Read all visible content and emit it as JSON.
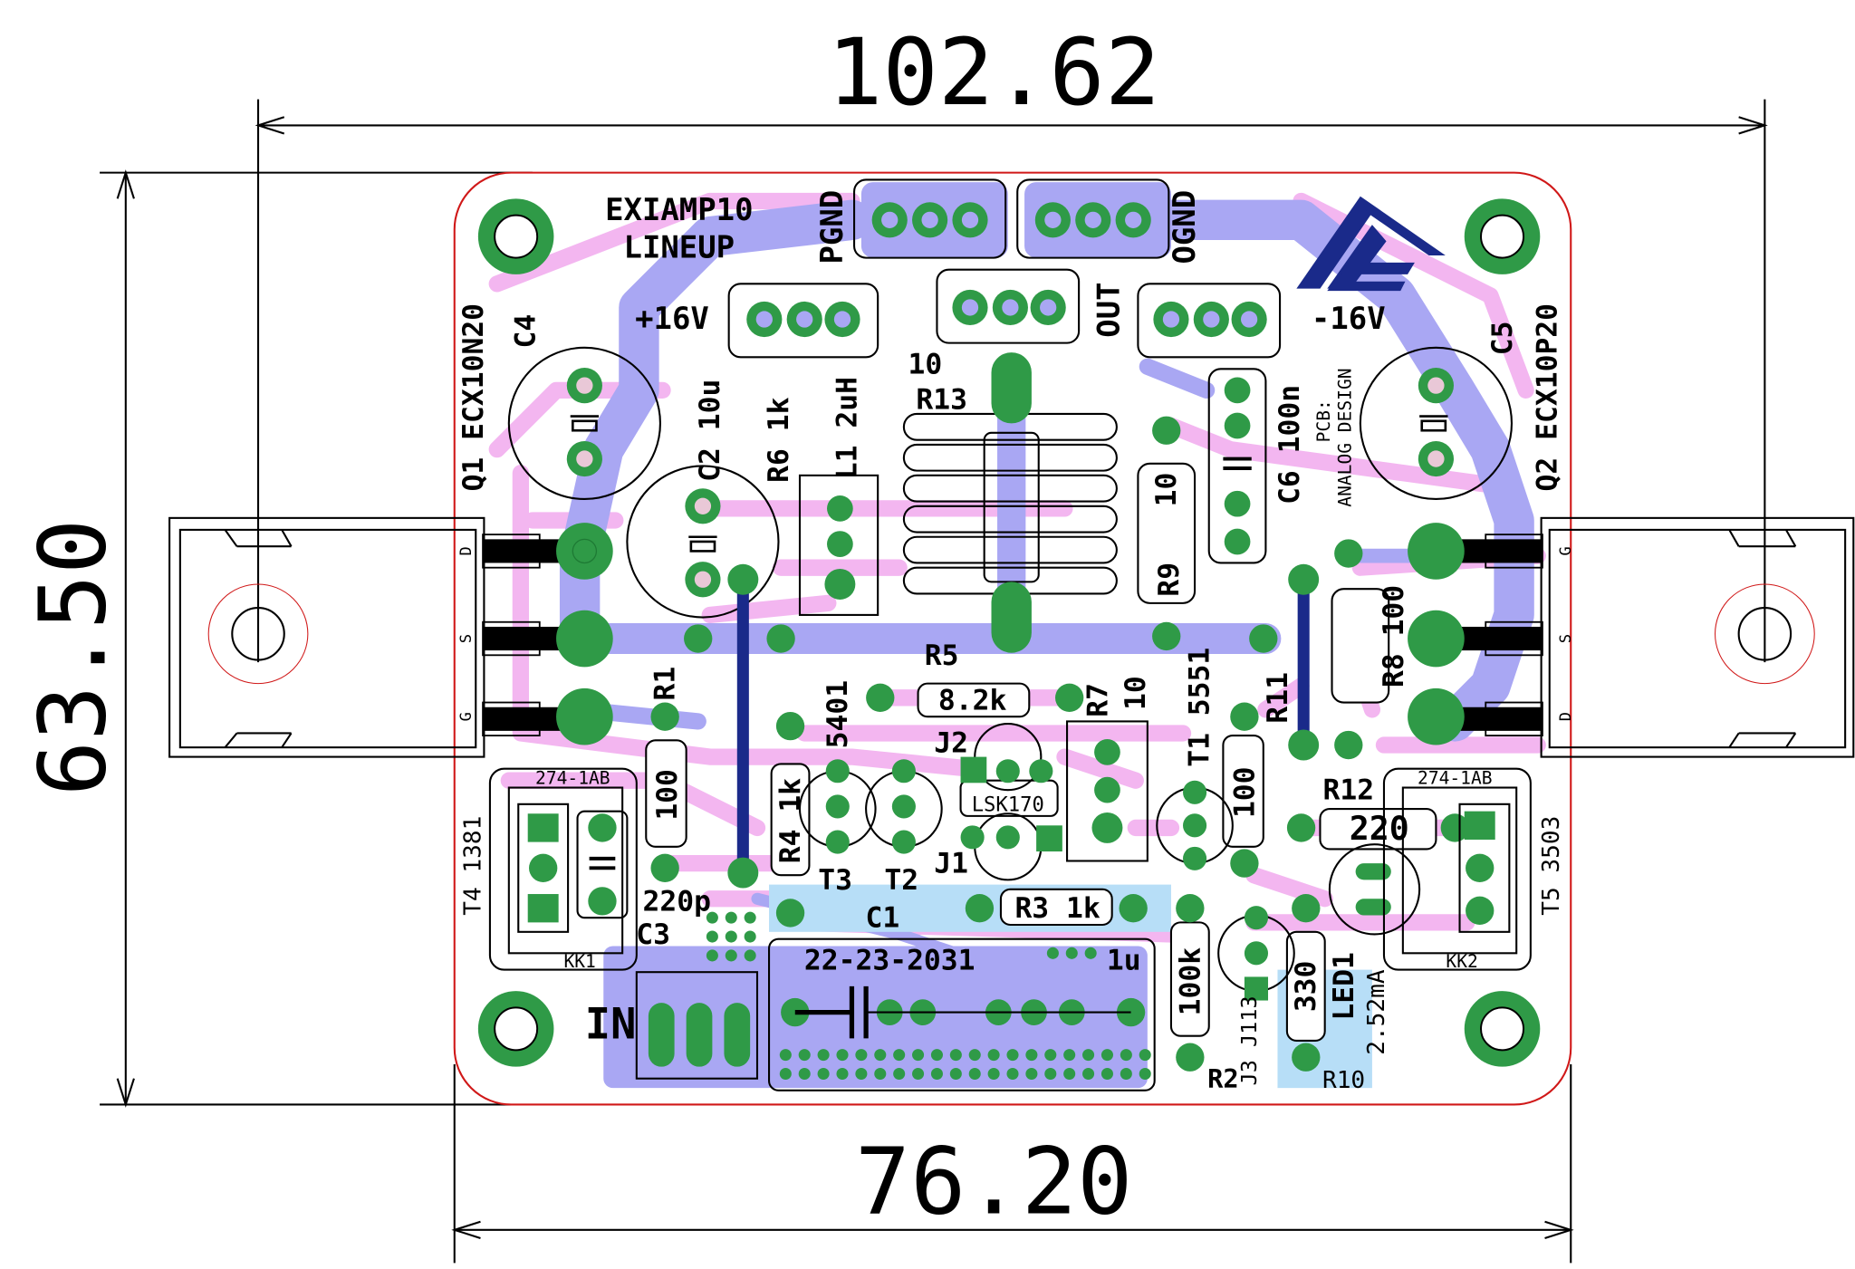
{
  "dimensions": {
    "top_width": "102.62",
    "left_height": "63.50",
    "bottom_width": "76.20"
  },
  "board": {
    "title_line1": "EXIAMP10",
    "title_line2": "LINEUP",
    "credit_line1": "PCB:",
    "credit_line2": "ANALOG DESIGN"
  },
  "connectors": {
    "pgnd": "PGND",
    "ognd": "OGND",
    "out": "OUT",
    "plus16": "+16V",
    "minus16": "-16V",
    "in": "IN"
  },
  "labels": {
    "q1": "Q1 ECX10N20",
    "q2": "Q2 ECX10P20",
    "c4": "C4",
    "c5": "C5",
    "c2": "C2 10u",
    "r6": "R6 1k",
    "l1": "L1 2uH",
    "r13_val": "10",
    "r13": "R13",
    "r9_val": "10",
    "r9": "R9",
    "c6": "C6 100n",
    "r8": "R8 100",
    "r1": "R1",
    "r1_val": "100",
    "r5": "R5",
    "r5_val": "8.2k",
    "r7": "R7",
    "r7_val": "10",
    "t3_val": "5401",
    "j2": "J2",
    "t1": "T1 5551",
    "r11": "R11",
    "r11_val": "100",
    "r12": "R12",
    "r12_val": "220",
    "lsk": "LSK170",
    "r4": "R4 1k",
    "t3": "T3",
    "t2": "T2",
    "j1": "J1",
    "r3": "R3 1k",
    "c1": "C1",
    "c1_val": "1u",
    "c3_val": "220p",
    "c3": "C3",
    "conn": "22-23-2031",
    "t4": "T4 1381",
    "t5": "T5 3503",
    "hs_left": "274-1AB",
    "hs_right": "274-1AB",
    "kk1": "KK1",
    "kk2": "KK2",
    "r2": "R2",
    "r2_val": "100k",
    "j3": "J3 J113",
    "r10": "R10",
    "r10_val": "330",
    "led1": "LED1",
    "current": "2.52mA",
    "pin_d": "D",
    "pin_s": "S",
    "pin_g": "G"
  },
  "colors": {
    "copper_back": "#a9a7f3",
    "copper_front": "#f3b6f0",
    "pad": "#2f9a47",
    "pad_hole": "#e9c8d7",
    "silk": "#000000",
    "outline": "#d01818",
    "fill_light": "#b7def7"
  }
}
